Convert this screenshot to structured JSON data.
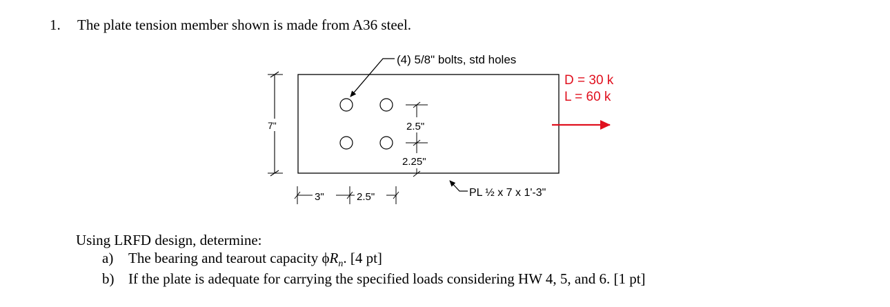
{
  "problem": {
    "number": "1.",
    "statement": "The plate tension member shown is made from A36 steel."
  },
  "figure": {
    "bolt_callout": "(4) 5/8\" bolts, std holes",
    "dead_load": "D = 30 k",
    "live_load": "L = 60 k",
    "height_dim": "7\"",
    "spacing_vertical_1": "2.5\"",
    "spacing_vertical_2": "2.25\"",
    "spacing_horizontal_1": "3\"",
    "spacing_horizontal_2": "2.5\"",
    "plate_callout": "PL ½ x 7 x 1'-3\"",
    "load_color": "#e0101e"
  },
  "questions": {
    "intro": "Using LRFD design, determine:",
    "a_letter": "a)",
    "a_text": "The bearing and tearout capacity ",
    "a_phi": "ϕ",
    "a_R": "R",
    "a_sub": "n",
    "a_tail": ". [4 pt]",
    "b_letter": "b)",
    "b_text": "If the plate is adequate for carrying the specified loads considering HW 4, 5, and 6. [1 pt]"
  }
}
